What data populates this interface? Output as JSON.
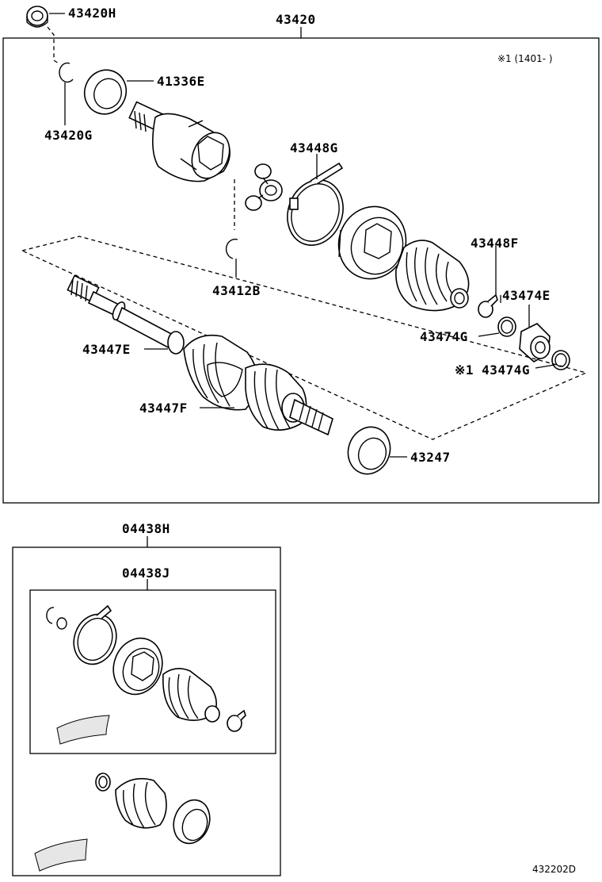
{
  "labels": {
    "main_assembly": "43420",
    "inner_ring_kit": "43420H",
    "snap_ring_outer": "43420G",
    "dust_seal": "41336E",
    "inner_boot_clamp": "43448G",
    "tripod_snap_ring": "43412B",
    "outer_boot_clamp_large": "43448F",
    "damper": "43474E",
    "damper_clamp": "43474G",
    "damper_clamp_note": "※1 43474G",
    "outer_joint_boot": "43447E",
    "outer_joint_boot_f": "43447F",
    "outer_seal": "43247",
    "boot_kit_inner": "04438H",
    "boot_kit_outer": "04438J",
    "note": "※1 (1401-    )",
    "diagram_code": "432202D"
  }
}
